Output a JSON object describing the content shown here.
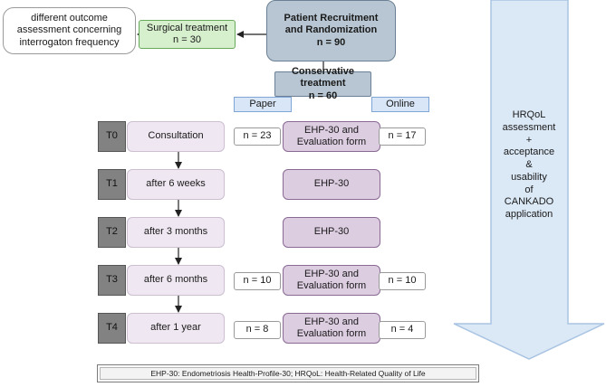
{
  "outcome_box": "different outcome assessment concerning interrogaton frequency",
  "surgical": {
    "label": "Surgical treatment",
    "n": "n = 30"
  },
  "recruitment": {
    "label": "Patient Recruitment and Randomization",
    "n": "n = 90"
  },
  "conservative": {
    "label": "Conservative treatment",
    "n": "n = 60"
  },
  "paper_label": "Paper",
  "online_label": "Online",
  "timepoints": [
    {
      "t": "T0",
      "label": "Consultation",
      "ehp": [
        "EHP-30 and",
        "Evaluation form"
      ],
      "paper_n": "n = 23",
      "online_n": "n = 17"
    },
    {
      "t": "T1",
      "label": "after 6 weeks",
      "ehp": [
        "EHP-30"
      ]
    },
    {
      "t": "T2",
      "label": "after 3 months",
      "ehp": [
        "EHP-30"
      ]
    },
    {
      "t": "T3",
      "label": "after 6 months",
      "ehp": [
        "EHP-30 and",
        "Evaluation form"
      ],
      "paper_n": "n = 10",
      "online_n": "n = 10"
    },
    {
      "t": "T4",
      "label": "after 1 year",
      "ehp": [
        "EHP-30 and",
        "Evaluation form"
      ],
      "paper_n": "n = 8",
      "online_n": "n = 4"
    }
  ],
  "hrqol_lines": [
    "HRQoL",
    "assessment",
    "+",
    "acceptance",
    "&",
    "usability",
    "of",
    "CANKADO",
    "application"
  ],
  "legend": "EHP-30: Endometriosis Health-Profile-30; HRQoL: Health-Related Quality of Life"
}
